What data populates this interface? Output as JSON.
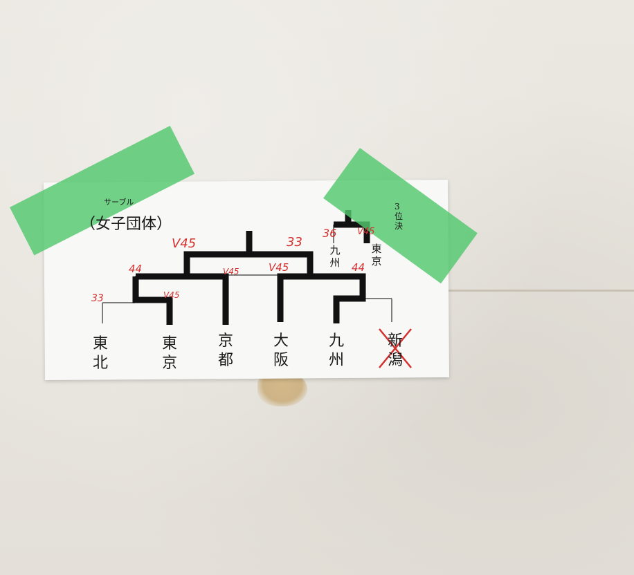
{
  "sheet": {
    "heading_small": "サーブル",
    "heading": "（女子団体）"
  },
  "teams": [
    {
      "line1": "東",
      "line2": "北"
    },
    {
      "line1": "東",
      "line2": "京"
    },
    {
      "line1": "京",
      "line2": "都"
    },
    {
      "line1": "大",
      "line2": "阪"
    },
    {
      "line1": "九",
      "line2": "州"
    },
    {
      "line1": "新",
      "line2": "潟",
      "eliminated": true
    }
  ],
  "scores": {
    "r1_left_lose": "33",
    "r1_left_win": "V45",
    "sf_left_a": "44",
    "sf_left_b": "V45",
    "final_left": "V45",
    "final_right": "33",
    "sf_right_a": "V45",
    "sf_right_b": "44",
    "third_a": "36",
    "third_b": "V45"
  },
  "third_place": {
    "label": "3位決",
    "team_a": {
      "line1": "九",
      "line2": "州"
    },
    "team_b": {
      "line1": "東",
      "line2": "京"
    }
  },
  "colors": {
    "tape": "#52c86e",
    "ink": "#1a1a1a",
    "red_ink": "#d3302f",
    "paper": "#f8f8f6"
  }
}
